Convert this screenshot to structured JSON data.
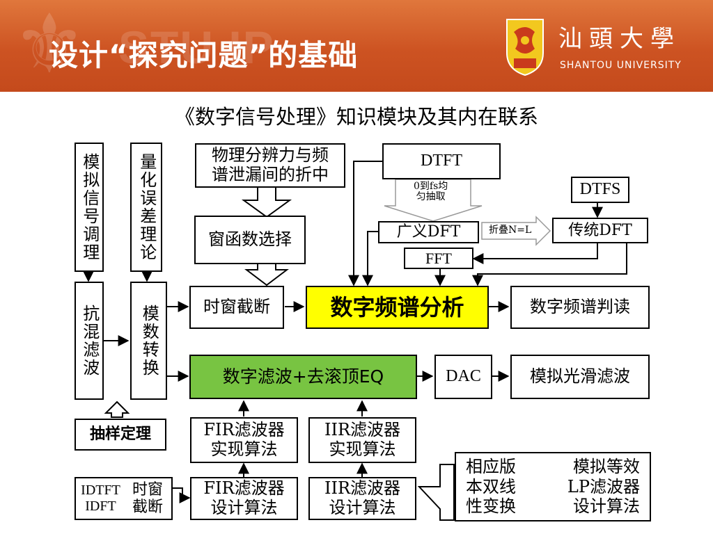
{
  "header": {
    "title": "设计“探究问题”的基础",
    "bg_color": "#cd5322",
    "university_cn": "汕頭大學",
    "university_en": "SHANTOU UNIVERSITY"
  },
  "subtitle": "《数字信号处理》知识模块及其内在联系",
  "nodes": {
    "analog_cond": "模拟信号调理",
    "quant_error": "量化误差理论",
    "resolution": "物理分辨力与频\n谱泄漏间的折中",
    "window_select": "窗函数选择",
    "dtft": "DTFT",
    "dtfs": "DTFS",
    "gen_dft": "广义DFT",
    "trad_dft": "传统DFT",
    "fft": "FFT",
    "anti_alias": "抗混滤波",
    "adc": "模数转换",
    "time_window": "时窗截断",
    "spectrum_analysis": "数字频谱分析",
    "spectrum_read": "数字频谱判读",
    "digital_filter": "数字滤波+去滚顶EQ",
    "dac": "DAC",
    "analog_smooth": "模拟光滑滤波",
    "sampling_theorem": "抽样定理",
    "fir_impl": "FIR滤波器\n实现算法",
    "iir_impl": "IIR滤波器\n实现算法",
    "idtft": "IDTFT\nIDFT",
    "window_cut": "时窗\n截断",
    "fir_design": "FIR滤波器\n设计算法",
    "iir_design": "IIR滤波器\n设计算法",
    "transforms_left": "相应版\n本双线\n性变换",
    "transforms_right": "模拟等效\nLP滤波器\n设计算法"
  },
  "labels": {
    "uniform_sampling_line1": "0到fs均",
    "uniform_sampling_line2": "匀抽取",
    "folding": "折叠N=L"
  },
  "colors": {
    "highlight_yellow": "#ffff00",
    "highlight_green": "#78c442"
  }
}
